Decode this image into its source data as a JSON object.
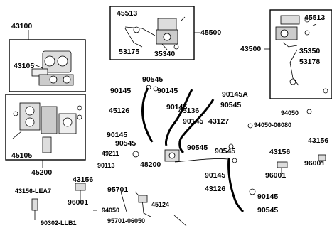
{
  "diagram": {
    "part_numbers": {
      "p43100": "43100",
      "p43105": "43105",
      "p45513a": "45513",
      "p53175": "53175",
      "p35340": "35340",
      "p45500": "45500",
      "p45513b": "45513",
      "p43500": "43500",
      "p35350": "35350",
      "p53178": "53178",
      "p90545a": "90545",
      "p90145a": "90145",
      "p90145b": "90145",
      "p90145c": "90145",
      "p45126": "45126",
      "p45136": "45136",
      "p90145A": "90145A",
      "p90545b": "90545",
      "p90145d": "90145",
      "p43127": "43127",
      "p94050a": "94050",
      "p94050_06080": "94050-06080",
      "p90145e": "90145",
      "p90545c": "90545",
      "p45105": "45105",
      "p45200": "45200",
      "p49211": "49211",
      "p90545d": "90545",
      "p90545e": "90545",
      "p43156a": "43156",
      "p43156b": "43156",
      "p90113": "90113",
      "p48200": "48200",
      "p96001a": "96001",
      "p96001b": "96001",
      "p90145f": "90145",
      "p43126": "43126",
      "p43156c": "43156",
      "p95701": "95701",
      "p90145g": "90145",
      "p43156_LEA7": "43156-LEA7",
      "p96001c": "96001",
      "p45124": "45124",
      "p94050b": "94050",
      "p90545f": "90545",
      "p95701_06050": "95701-06050",
      "p90302_LLB1": "90302-LLB1"
    }
  }
}
